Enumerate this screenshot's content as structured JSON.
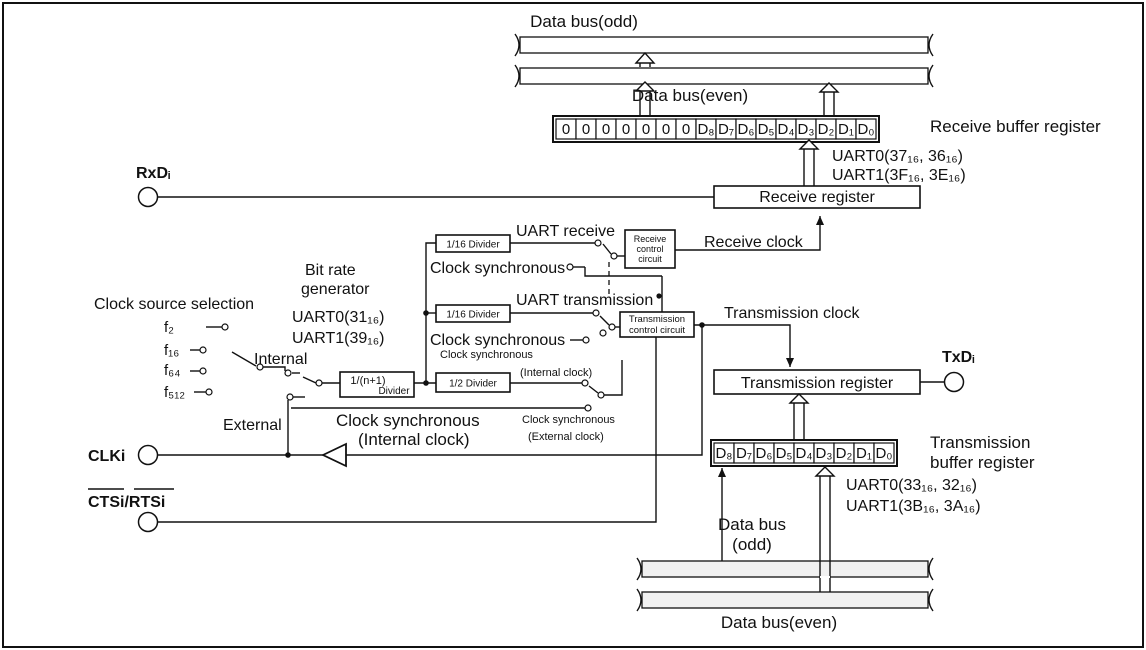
{
  "labels": {
    "data_bus_odd_top": "Data bus(odd)",
    "data_bus_even_top": "Data bus(even)",
    "receive_buffer_register": "Receive buffer register",
    "rx_uart0_addr": "UART0(37₁₆, 36₁₆)",
    "rx_uart1_addr": "UART1(3F₁₆, 3E₁₆)",
    "rxd": "RxDᵢ",
    "receive_register": "Receive register",
    "uart_receive": "UART receive",
    "receive_control_circuit": [
      "Receive",
      "control",
      "circuit"
    ],
    "receive_clock": "Receive clock",
    "divider_16_rx": "1/16 Divider",
    "clock_synchronous_rx": "Clock synchronous",
    "bit_rate_generator": [
      "Bit rate",
      "generator"
    ],
    "brg_uart0_addr": "UART0(31₁₆)",
    "brg_uart1_addr": "UART1(39₁₆)",
    "clock_source_selection": "Clock source selection",
    "f2": "f₂",
    "f16": "f₁₆",
    "f64": "f₆₄",
    "f512": "f₅₁₂",
    "internal": "Internal",
    "external": "External",
    "divider_n1": [
      "1/(n+1)",
      "Divider"
    ],
    "uart_transmission": "UART transmission",
    "divider_16_tx": "1/16 Divider",
    "transmission_control_circuit": [
      "Transmission",
      "control circuit"
    ],
    "transmission_clock": "Transmission clock",
    "clock_synchronous_tx": "Clock synchronous",
    "clock_sync_internal_small": "Clock synchronous",
    "internal_clock_small": "(Internal clock)",
    "divider_2": "1/2 Divider",
    "clock_sync_external_small": "Clock synchronous",
    "external_clock_small": "(External clock)",
    "clock_sync_clk_label": "Clock synchronous",
    "internal_clock_clk_label": "(Internal clock)",
    "clki": "CLKi",
    "txd": "TxDᵢ",
    "transmission_register": "Transmission register",
    "transmission_buffer_register": [
      "Transmission",
      "buffer register"
    ],
    "tx_uart0_addr": "UART0(33₁₆, 32₁₆)",
    "tx_uart1_addr": "UART1(3B₁₆, 3A₁₆)",
    "cts_rts": "CTSi/RTSi",
    "data_bus_odd_bottom": [
      "Data bus",
      "(odd)"
    ],
    "data_bus_even_bottom": "Data bus(even)"
  },
  "receive_buffer_bits": [
    "0",
    "0",
    "0",
    "0",
    "0",
    "0",
    "0",
    "D₈",
    "D₇",
    "D₆",
    "D₅",
    "D₄",
    "D₃",
    "D₂",
    "D₁",
    "D₀"
  ],
  "transmit_buffer_bits": [
    "D₈",
    "D₇",
    "D₆",
    "D₅",
    "D₄",
    "D₃",
    "D₂",
    "D₁",
    "D₀"
  ]
}
